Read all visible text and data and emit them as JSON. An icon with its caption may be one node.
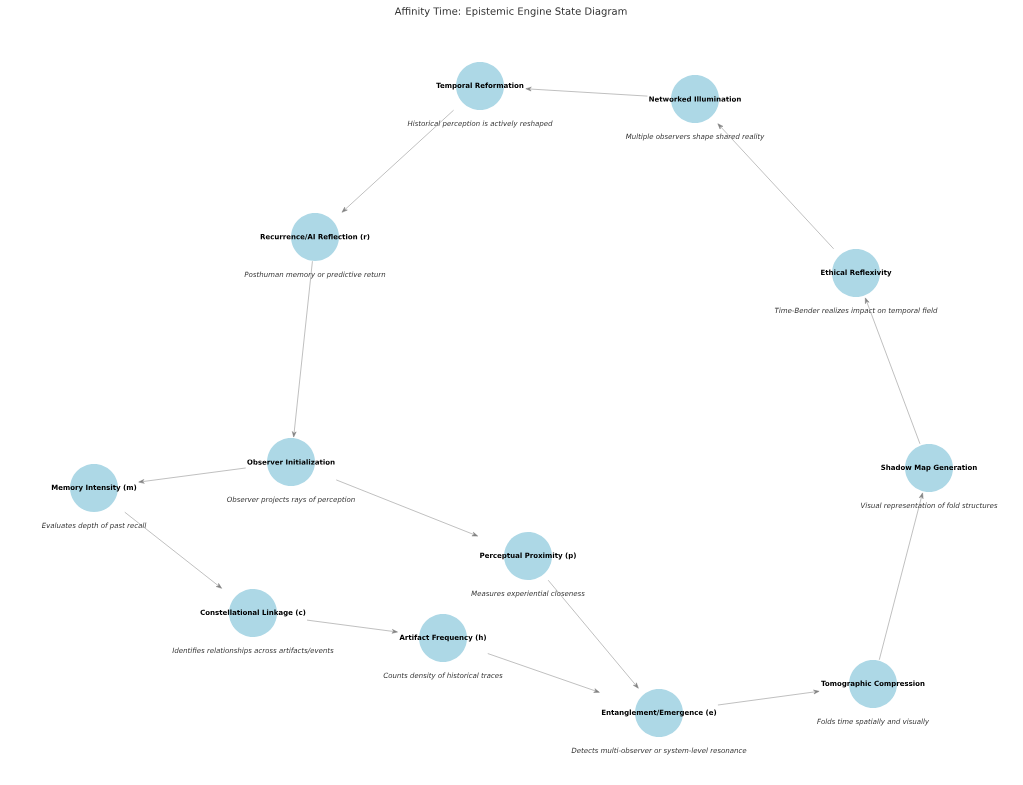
{
  "diagram": {
    "title": "Affinity Time: Epistemic Engine State Diagram",
    "nodes": [
      {
        "text": [
          "Observer Initialization"
        ],
        "beside": [
          "Observer projects rays of perception"
        ]
      },
      {
        "text": [
          "Memory Intensity (m)"
        ],
        "beside": [
          "Evaluates depth of past recall"
        ]
      },
      {
        "text": [
          "Constellational Linkage (c)"
        ],
        "beside": [
          "Identifies relationships across artifacts/events"
        ]
      },
      {
        "text": [
          "Artifact Frequency (h)"
        ],
        "beside": [
          "Counts density of historical traces"
        ]
      },
      {
        "text": [
          "Perceptual Proximity (p)"
        ],
        "beside": [
          "Measures experiential closeness"
        ]
      },
      {
        "text": [
          "Entanglement/Emergence (e)"
        ],
        "beside": [
          "Detects multi-observer or system-level resonance"
        ]
      },
      {
        "text": [
          "Tomographic Compression"
        ],
        "beside": [
          "Folds time spatially and visually"
        ]
      },
      {
        "text": [
          "Shadow Map Generation"
        ],
        "beside": [
          "Visual representation of fold structures"
        ]
      },
      {
        "text": [
          "Ethical Reflexivity"
        ],
        "beside": [
          "Time-Bender realizes impact on temporal field"
        ]
      },
      {
        "text": [
          "Networked Illumination"
        ],
        "beside": [
          "Multiple observers shape shared reality"
        ]
      },
      {
        "text": [
          "Temporal Reformation"
        ],
        "beside": [
          "Historical perception is actively reshaped"
        ]
      },
      {
        "text": [
          "Recurrence/AI Reflection (r)"
        ],
        "beside": [
          "Posthuman memory or predictive return"
        ]
      }
    ],
    "edges": [
      {
        "from": 0,
        "to": 1,
        "arrow": "to"
      },
      {
        "from": 0,
        "to": 4,
        "arrow": "to"
      },
      {
        "from": 1,
        "to": 2,
        "arrow": "to"
      },
      {
        "from": 2,
        "to": 3,
        "arrow": "to"
      },
      {
        "from": 3,
        "to": 5,
        "arrow": "to"
      },
      {
        "from": 4,
        "to": 5,
        "arrow": "to"
      },
      {
        "from": 5,
        "to": 6,
        "arrow": "to"
      },
      {
        "from": 6,
        "to": 7,
        "arrow": "to"
      },
      {
        "from": 7,
        "to": 8,
        "arrow": "to"
      },
      {
        "from": 8,
        "to": 9,
        "arrow": "to"
      },
      {
        "from": 9,
        "to": 10,
        "arrow": "to"
      },
      {
        "from": 10,
        "to": 11,
        "arrow": "to"
      },
      {
        "from": 11,
        "to": 0,
        "arrow": "to"
      }
    ]
  }
}
